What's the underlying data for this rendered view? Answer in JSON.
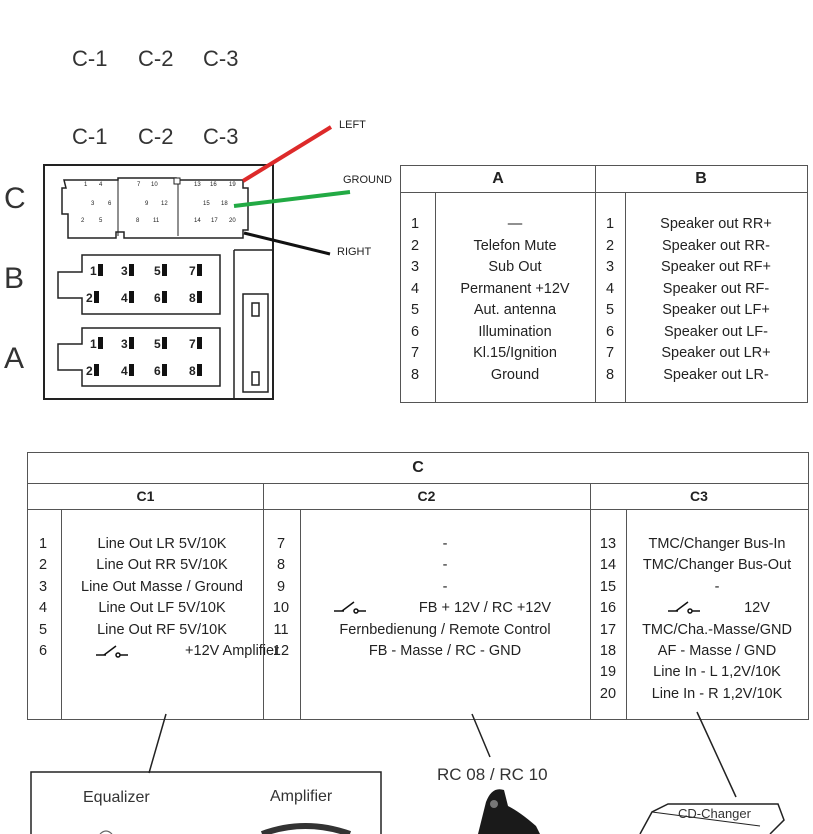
{
  "top_headers": [
    "C-1",
    "C-2",
    "C-3"
  ],
  "row_letters": [
    "C",
    "B",
    "A"
  ],
  "wire_labels": {
    "left": "LEFT",
    "ground": "GROUND",
    "right": "RIGHT"
  },
  "wire_colors": {
    "left": "#dd2a2a",
    "ground": "#22aa44",
    "right": "#111111"
  },
  "connector_c_pins": {
    "top": [
      "1",
      "4",
      "7",
      "10",
      "13",
      "16",
      "19"
    ],
    "mid": [
      "3",
      "6",
      "9",
      "12",
      "15",
      "18"
    ],
    "bot": [
      "2",
      "5",
      "8",
      "11",
      "14",
      "17",
      "20"
    ]
  },
  "connector_ab_pins": [
    "1",
    "3",
    "5",
    "7",
    "2",
    "4",
    "6",
    "8"
  ],
  "table_ab": {
    "col_a": "A",
    "col_b": "B",
    "numbers": [
      "1",
      "2",
      "3",
      "4",
      "5",
      "6",
      "7",
      "8"
    ],
    "a_rows": [
      "—",
      "Telefon Mute",
      "Sub Out",
      "Permanent +12V",
      "Aut. antenna",
      "Illumination",
      "Kl.15/Ignition",
      "Ground"
    ],
    "b_rows": [
      "Speaker out RR+",
      "Speaker out RR-",
      "Speaker out RF+",
      "Speaker out RF-",
      "Speaker out LF+",
      "Speaker out LF-",
      "Speaker out LR+",
      "Speaker out LR-"
    ]
  },
  "table_c": {
    "title": "C",
    "sub": [
      "C1",
      "C2",
      "C3"
    ],
    "c1_nums": [
      "1",
      "2",
      "3",
      "4",
      "5",
      "6"
    ],
    "c1_rows": [
      "Line Out LR  5V/10K",
      "Line Out RR  5V/10K",
      "Line Out Masse / Ground",
      "Line Out LF  5V/10K",
      "Line Out RF  5V/10K",
      "+12V Amplifier"
    ],
    "c2_nums": [
      "7",
      "8",
      "9",
      "10",
      "11",
      "12"
    ],
    "c2_rows": [
      "-",
      "-",
      "-",
      "FB + 12V  / RC +12V",
      "Fernbedienung / Remote Control",
      "FB - Masse / RC - GND"
    ],
    "c3_nums": [
      "13",
      "14",
      "15",
      "16",
      "17",
      "18",
      "19",
      "20"
    ],
    "c3_rows": [
      "TMC/Changer Bus-In",
      "TMC/Changer  Bus-Out",
      "-",
      "12V",
      "TMC/Cha.-Masse/GND",
      "AF - Masse / GND",
      "Line In - L  1,2V/10K",
      "Line In - R  1,2V/10K"
    ]
  },
  "bottom": {
    "equalizer": "Equalizer",
    "amplifier": "Amplifier",
    "rc": "RC 08 / RC 10",
    "cd_changer": "CD-Changer"
  }
}
